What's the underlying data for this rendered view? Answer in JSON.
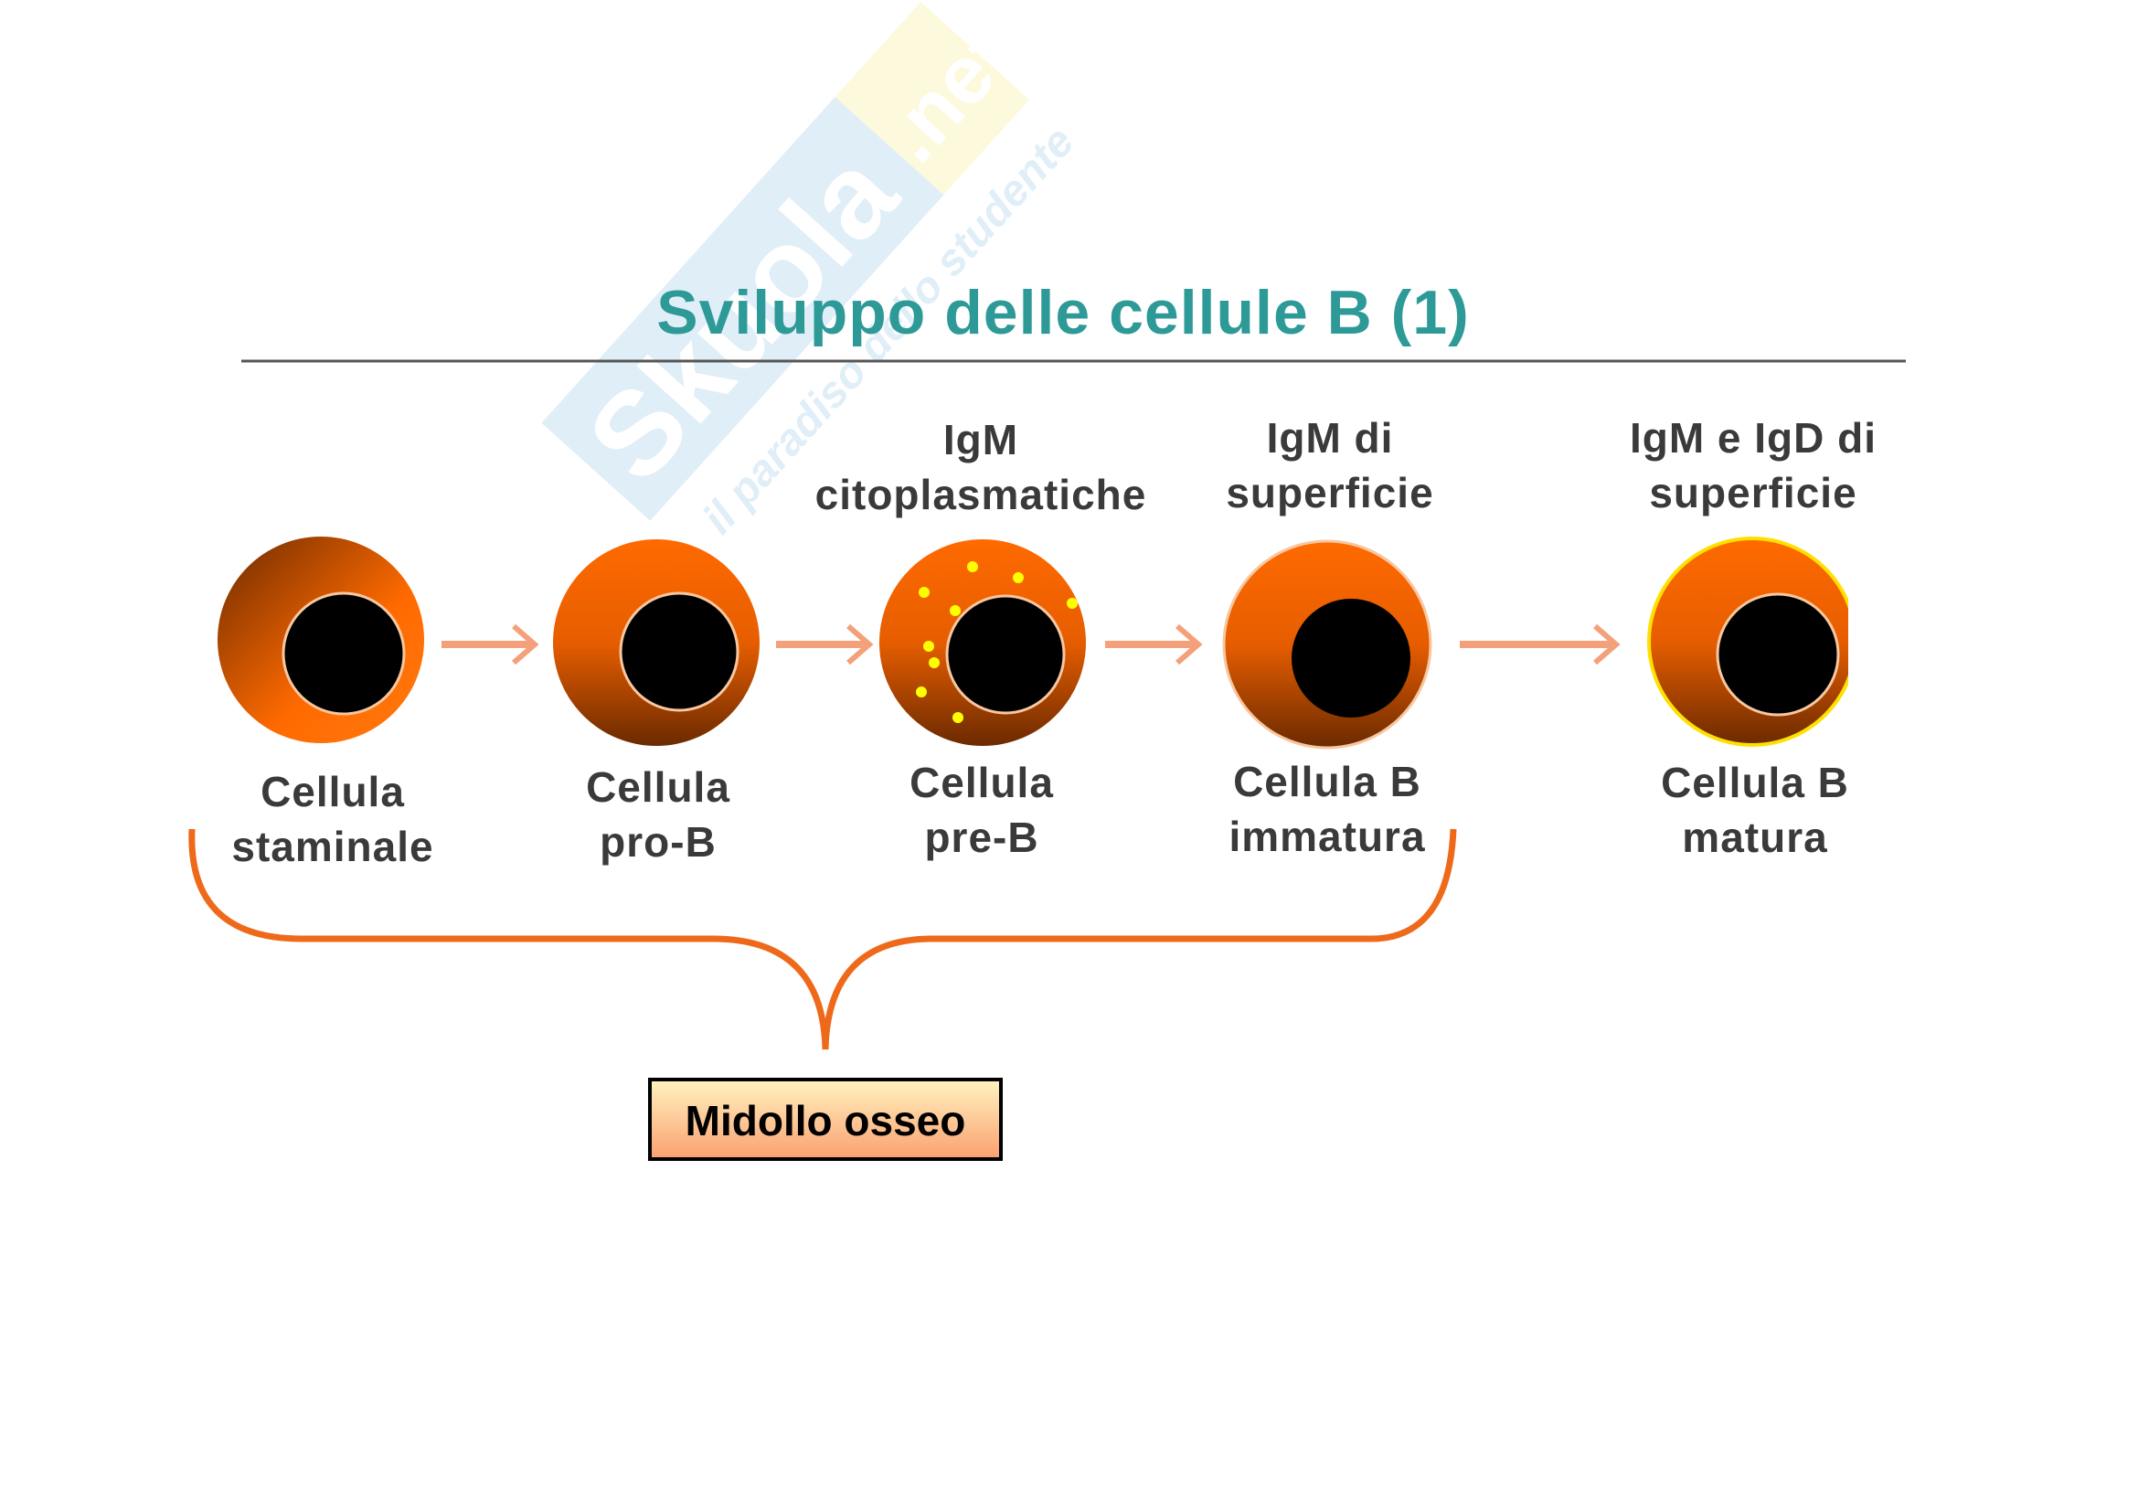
{
  "title": "Sviluppo delle cellule B (1)",
  "watermark": {
    "brand": "Skuola.net",
    "tagline": "il paradiso dello studente"
  },
  "stages": [
    {
      "name_line1": "Cellula",
      "name_line2": "staminale",
      "top_line1": "",
      "top_line2": "",
      "dots": false,
      "yellow_rim": false
    },
    {
      "name_line1": "Cellula",
      "name_line2": "pro-B",
      "top_line1": "",
      "top_line2": "",
      "dots": false,
      "yellow_rim": false
    },
    {
      "name_line1": "Cellula",
      "name_line2": "pre-B",
      "top_line1": "IgM",
      "top_line2": "citoplasmatiche",
      "dots": true,
      "yellow_rim": false
    },
    {
      "name_line1": "Cellula B",
      "name_line2": "immatura",
      "top_line1": "IgM di",
      "top_line2": "superficie",
      "dots": false,
      "yellow_rim": false
    },
    {
      "name_line1": "Cellula B",
      "name_line2": "matura",
      "top_line1": "IgM e IgD di",
      "top_line2": "superficie",
      "dots": false,
      "yellow_rim": true
    }
  ],
  "bracket_label": "Midollo osseo",
  "colors": {
    "title": "#2e9a98",
    "cell": "#ff6a00",
    "cell_dark": "#7a3000",
    "arrow": "#f4a07a",
    "bracket": "#ee6a1a",
    "dots": "#ffff00"
  }
}
